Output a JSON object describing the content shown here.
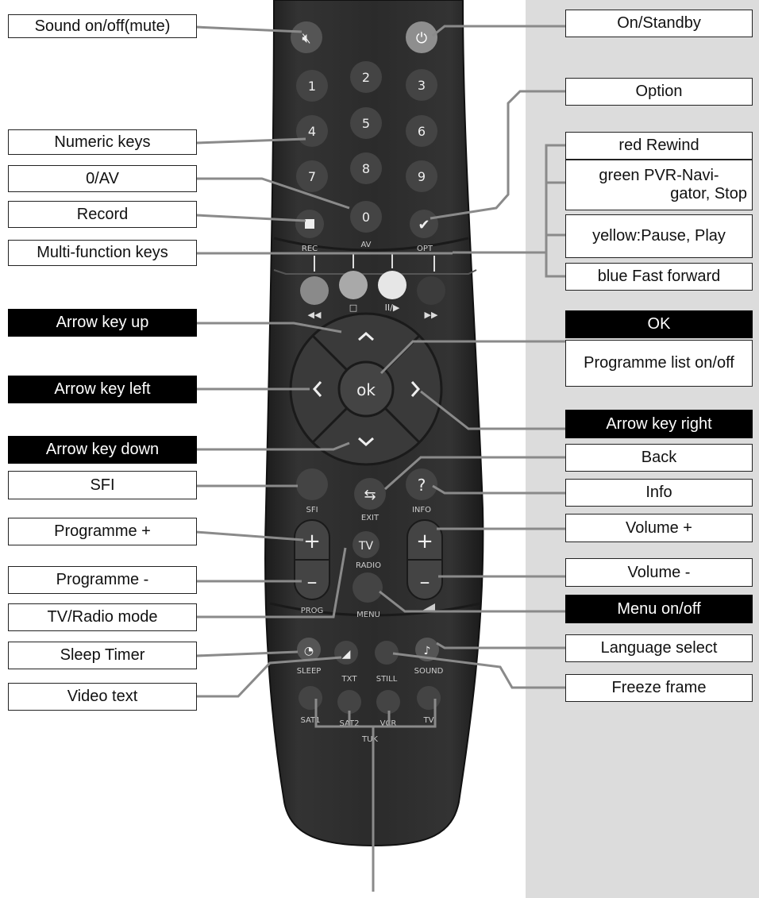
{
  "labels": {
    "mute": "Sound on/off(mute)",
    "numeric": "Numeric keys",
    "zero_av": "0/AV",
    "record": "Record",
    "multi": "Multi-function keys",
    "arrow_up": "Arrow key up",
    "arrow_left": "Arrow key left",
    "arrow_down": "Arrow key down",
    "sfi": "SFI",
    "prog_plus": "Programme +",
    "prog_minus": "Programme -",
    "tv_radio": "TV/Radio mode",
    "sleep": "Sleep Timer",
    "video_text": "Video text",
    "on_standby": "On/Standby",
    "option": "Option",
    "red": "red Rewind",
    "green_l1": "green PVR-Navi-",
    "green_l2": "gator, Stop",
    "yellow": "yellow:Pause, Play",
    "blue": "blue Fast forward",
    "ok": "OK",
    "prog_list": "Programme list on/off",
    "arrow_right": "Arrow key right",
    "back": "Back",
    "info": "Info",
    "vol_plus": "Volume +",
    "vol_minus": "Volume -",
    "menu": "Menu on/off",
    "language": "Language select",
    "freeze": "Freeze frame"
  },
  "remote": {
    "digits": [
      "1",
      "2",
      "3",
      "4",
      "5",
      "6",
      "7",
      "8",
      "9",
      "0"
    ],
    "rec": "REC",
    "av": "AV",
    "opt": "OPT",
    "ok": "ok",
    "sfi": "SFI",
    "exit": "EXIT",
    "info": "INFO",
    "info_q": "?",
    "tv": "TV",
    "radio": "RADIO",
    "prog": "PROG",
    "menu": "MENU",
    "plus": "+",
    "minus": "–",
    "sleep": "SLEEP",
    "txt": "TXT",
    "still": "STILL",
    "sound": "SOUND",
    "sat1": "SAT1",
    "sat2": "SAT2",
    "vcr": "VCR",
    "tv2": "TV",
    "tuk": "TUK"
  },
  "colors": {
    "red": "#8a8a8a",
    "green": "#a9a9a9",
    "yellow": "#e6e6e6",
    "blue": "#3c3c3c",
    "body": "#2a2a2a",
    "button": "#444444",
    "power": "#8e8e8e",
    "label_dark": "#000000",
    "side_band": "#dcdcdc"
  }
}
